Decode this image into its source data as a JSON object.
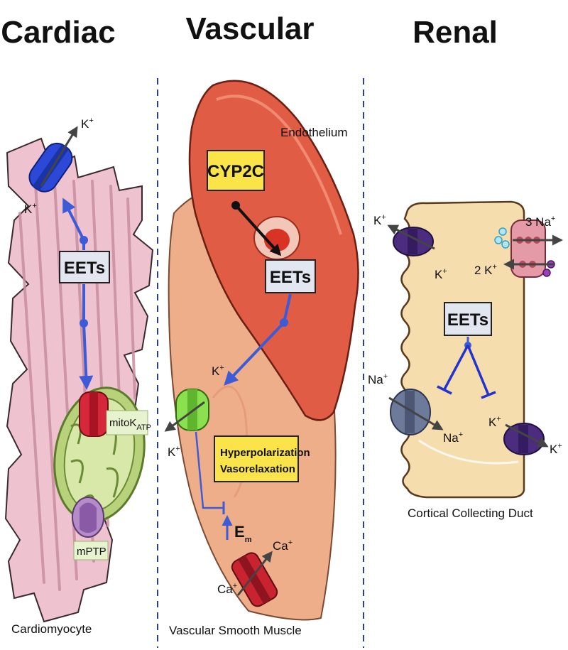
{
  "panels": [
    {
      "title": "Cardiac",
      "caption": "Cardiomyocyte"
    },
    {
      "title": "Vascular",
      "caption": "Vascular Smooth Muscle"
    },
    {
      "title": "Renal",
      "caption": "Cortical Collecting Duct"
    }
  ],
  "cardiac": {
    "eets": "EETs",
    "k_top": "K",
    "k_left": "K",
    "mitok_main": "mitoK",
    "mitok_sub": "ATP",
    "mptp": "mPTP"
  },
  "vascular": {
    "endothelium": "Endothelium",
    "cyp2c": "CYP2C",
    "eets": "EETs",
    "k_in": "K",
    "k_out": "K",
    "effect_line1": "Hyperpolarization",
    "effect_line2": "Vasorelaxation",
    "em_main": "E",
    "em_sub": "m",
    "ca_in": "Ca",
    "ca_out": "Ca"
  },
  "renal": {
    "eets": "EETs",
    "k_left_out": "K",
    "k_left_in": "K",
    "na3": "3 Na",
    "k2": "2 K",
    "na_in": "Na",
    "na_out": "Na",
    "k_right_in": "K",
    "k_right_out": "K"
  },
  "colors": {
    "cardiomyocyte": "#eec3cf",
    "endothelium": "#e05c44",
    "smooth_muscle": "#efae8a",
    "duct": "#f6ddae",
    "eets_box": "#e1e6f0",
    "yellow_box": "#fbe44a",
    "arrow_blue": "#3d5bd6",
    "divider": "#2a3f8f"
  }
}
